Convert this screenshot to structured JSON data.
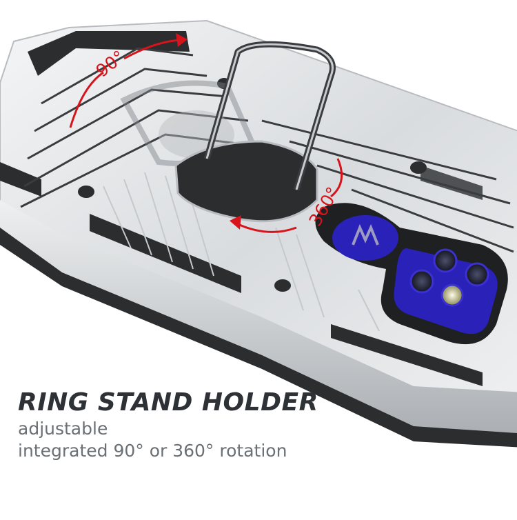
{
  "product": {
    "headline": "RING STAND HOLDER",
    "line1": "adjustable",
    "line2": "integrated 90° or 360° rotation"
  },
  "annotations": {
    "tilt_angle": "90°",
    "rotate_angle": "360°",
    "arrow_color": "#d7141c"
  },
  "colors": {
    "case_silver": "#e6e8ea",
    "case_dark": "#2b2d2f",
    "camera_blue": "#2a22b8",
    "text_dark": "#2e3236",
    "text_gray": "#6b7075"
  },
  "illustration": {
    "icons": [
      "ring-stand-icon",
      "camera-module-icon",
      "motorola-logo-icon",
      "rotation-arrow-icon"
    ]
  }
}
